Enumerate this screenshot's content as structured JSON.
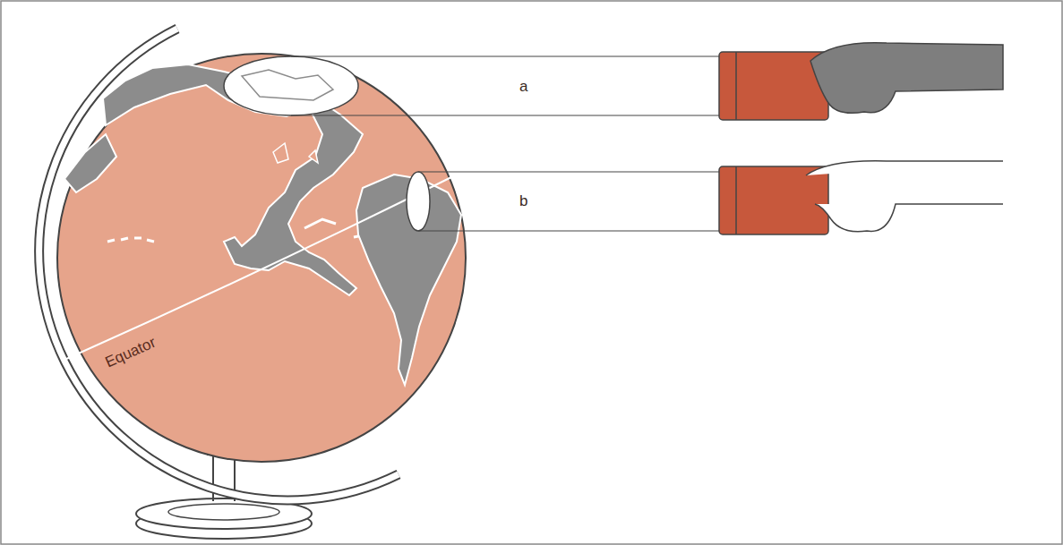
{
  "diagram": {
    "labels": [
      "a",
      "b",
      "Equator"
    ]
  }
}
